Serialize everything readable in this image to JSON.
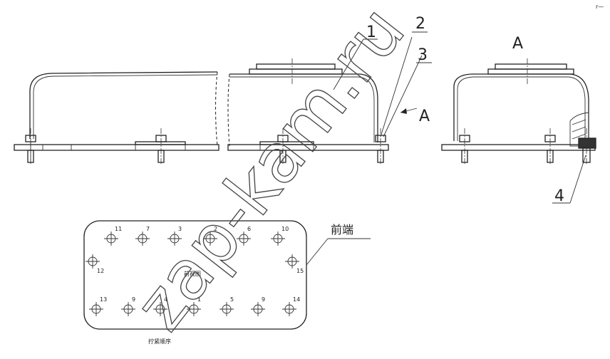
{
  "callouts": {
    "c1": "1",
    "c2": "2",
    "c3": "3",
    "c4": "4",
    "view_a": "A",
    "arrow_a": "A"
  },
  "plan": {
    "front_end": "前端",
    "center_label": "前视图",
    "sequence_label": "拧紧顺序",
    "bolts": [
      {
        "n": "11"
      },
      {
        "n": "7"
      },
      {
        "n": "3"
      },
      {
        "n": "2"
      },
      {
        "n": "6"
      },
      {
        "n": "10"
      },
      {
        "n": "12"
      },
      {
        "n": "15"
      },
      {
        "n": "13"
      },
      {
        "n": "9"
      },
      {
        "n": "4"
      },
      {
        "n": "1"
      },
      {
        "n": "5"
      },
      {
        "n": "9"
      },
      {
        "n": "14"
      }
    ]
  },
  "watermark": "zap-kam.ru",
  "corner_mark": "r—"
}
